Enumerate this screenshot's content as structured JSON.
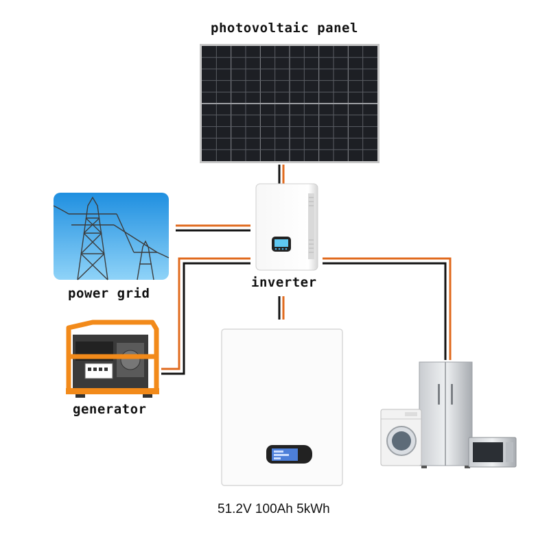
{
  "labels": {
    "panel": "photovoltaic panel",
    "inverter": "inverter",
    "grid": "power grid",
    "generator": "generator",
    "battery": "51.2V 100Ah 5kWh"
  },
  "icons": {
    "panel": "solar-panel-icon",
    "inverter": "inverter-icon",
    "grid": "power-tower-icon",
    "generator": "generator-icon",
    "battery": "battery-icon",
    "appliances": "home-appliances-icon"
  },
  "colors": {
    "cable_positive": "#e06a1e",
    "cable_negative": "#111111",
    "panel_cell": "#1d1f24",
    "sky": "#38a8e8",
    "generator_frame": "#f28a1a"
  }
}
